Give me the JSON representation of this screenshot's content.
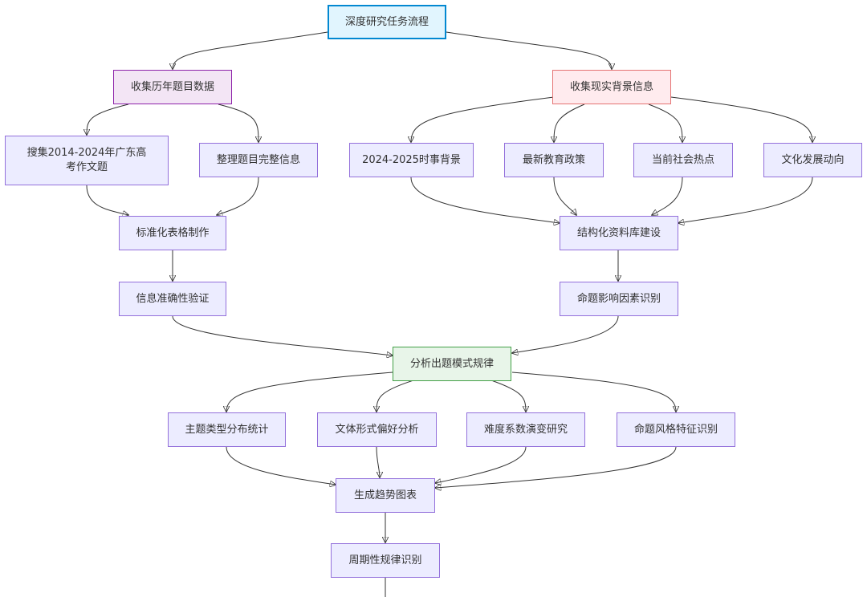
{
  "nodes": {
    "root": "深度研究任务流程",
    "collect_history": "收集历年题目数据",
    "collect_background": "收集现实背景信息",
    "search_essays": "搜集2014-2024年广东高考作文题",
    "organize_info": "整理题目完整信息",
    "current_affairs": "2024-2025时事背景",
    "education_policy": "最新教育政策",
    "social_hotspots": "当前社会热点",
    "cultural_trends": "文化发展动向",
    "standard_table": "标准化表格制作",
    "structured_db": "结构化资料库建设",
    "accuracy_check": "信息准确性验证",
    "factor_identify": "命题影响因素识别",
    "analyze_patterns": "分析出题模式规律",
    "theme_distribution": "主题类型分布统计",
    "style_preference": "文体形式偏好分析",
    "difficulty_evolution": "难度系数演变研究",
    "style_features": "命题风格特征识别",
    "trend_charts": "生成趋势图表",
    "periodic_rules": "周期性规律识别"
  }
}
